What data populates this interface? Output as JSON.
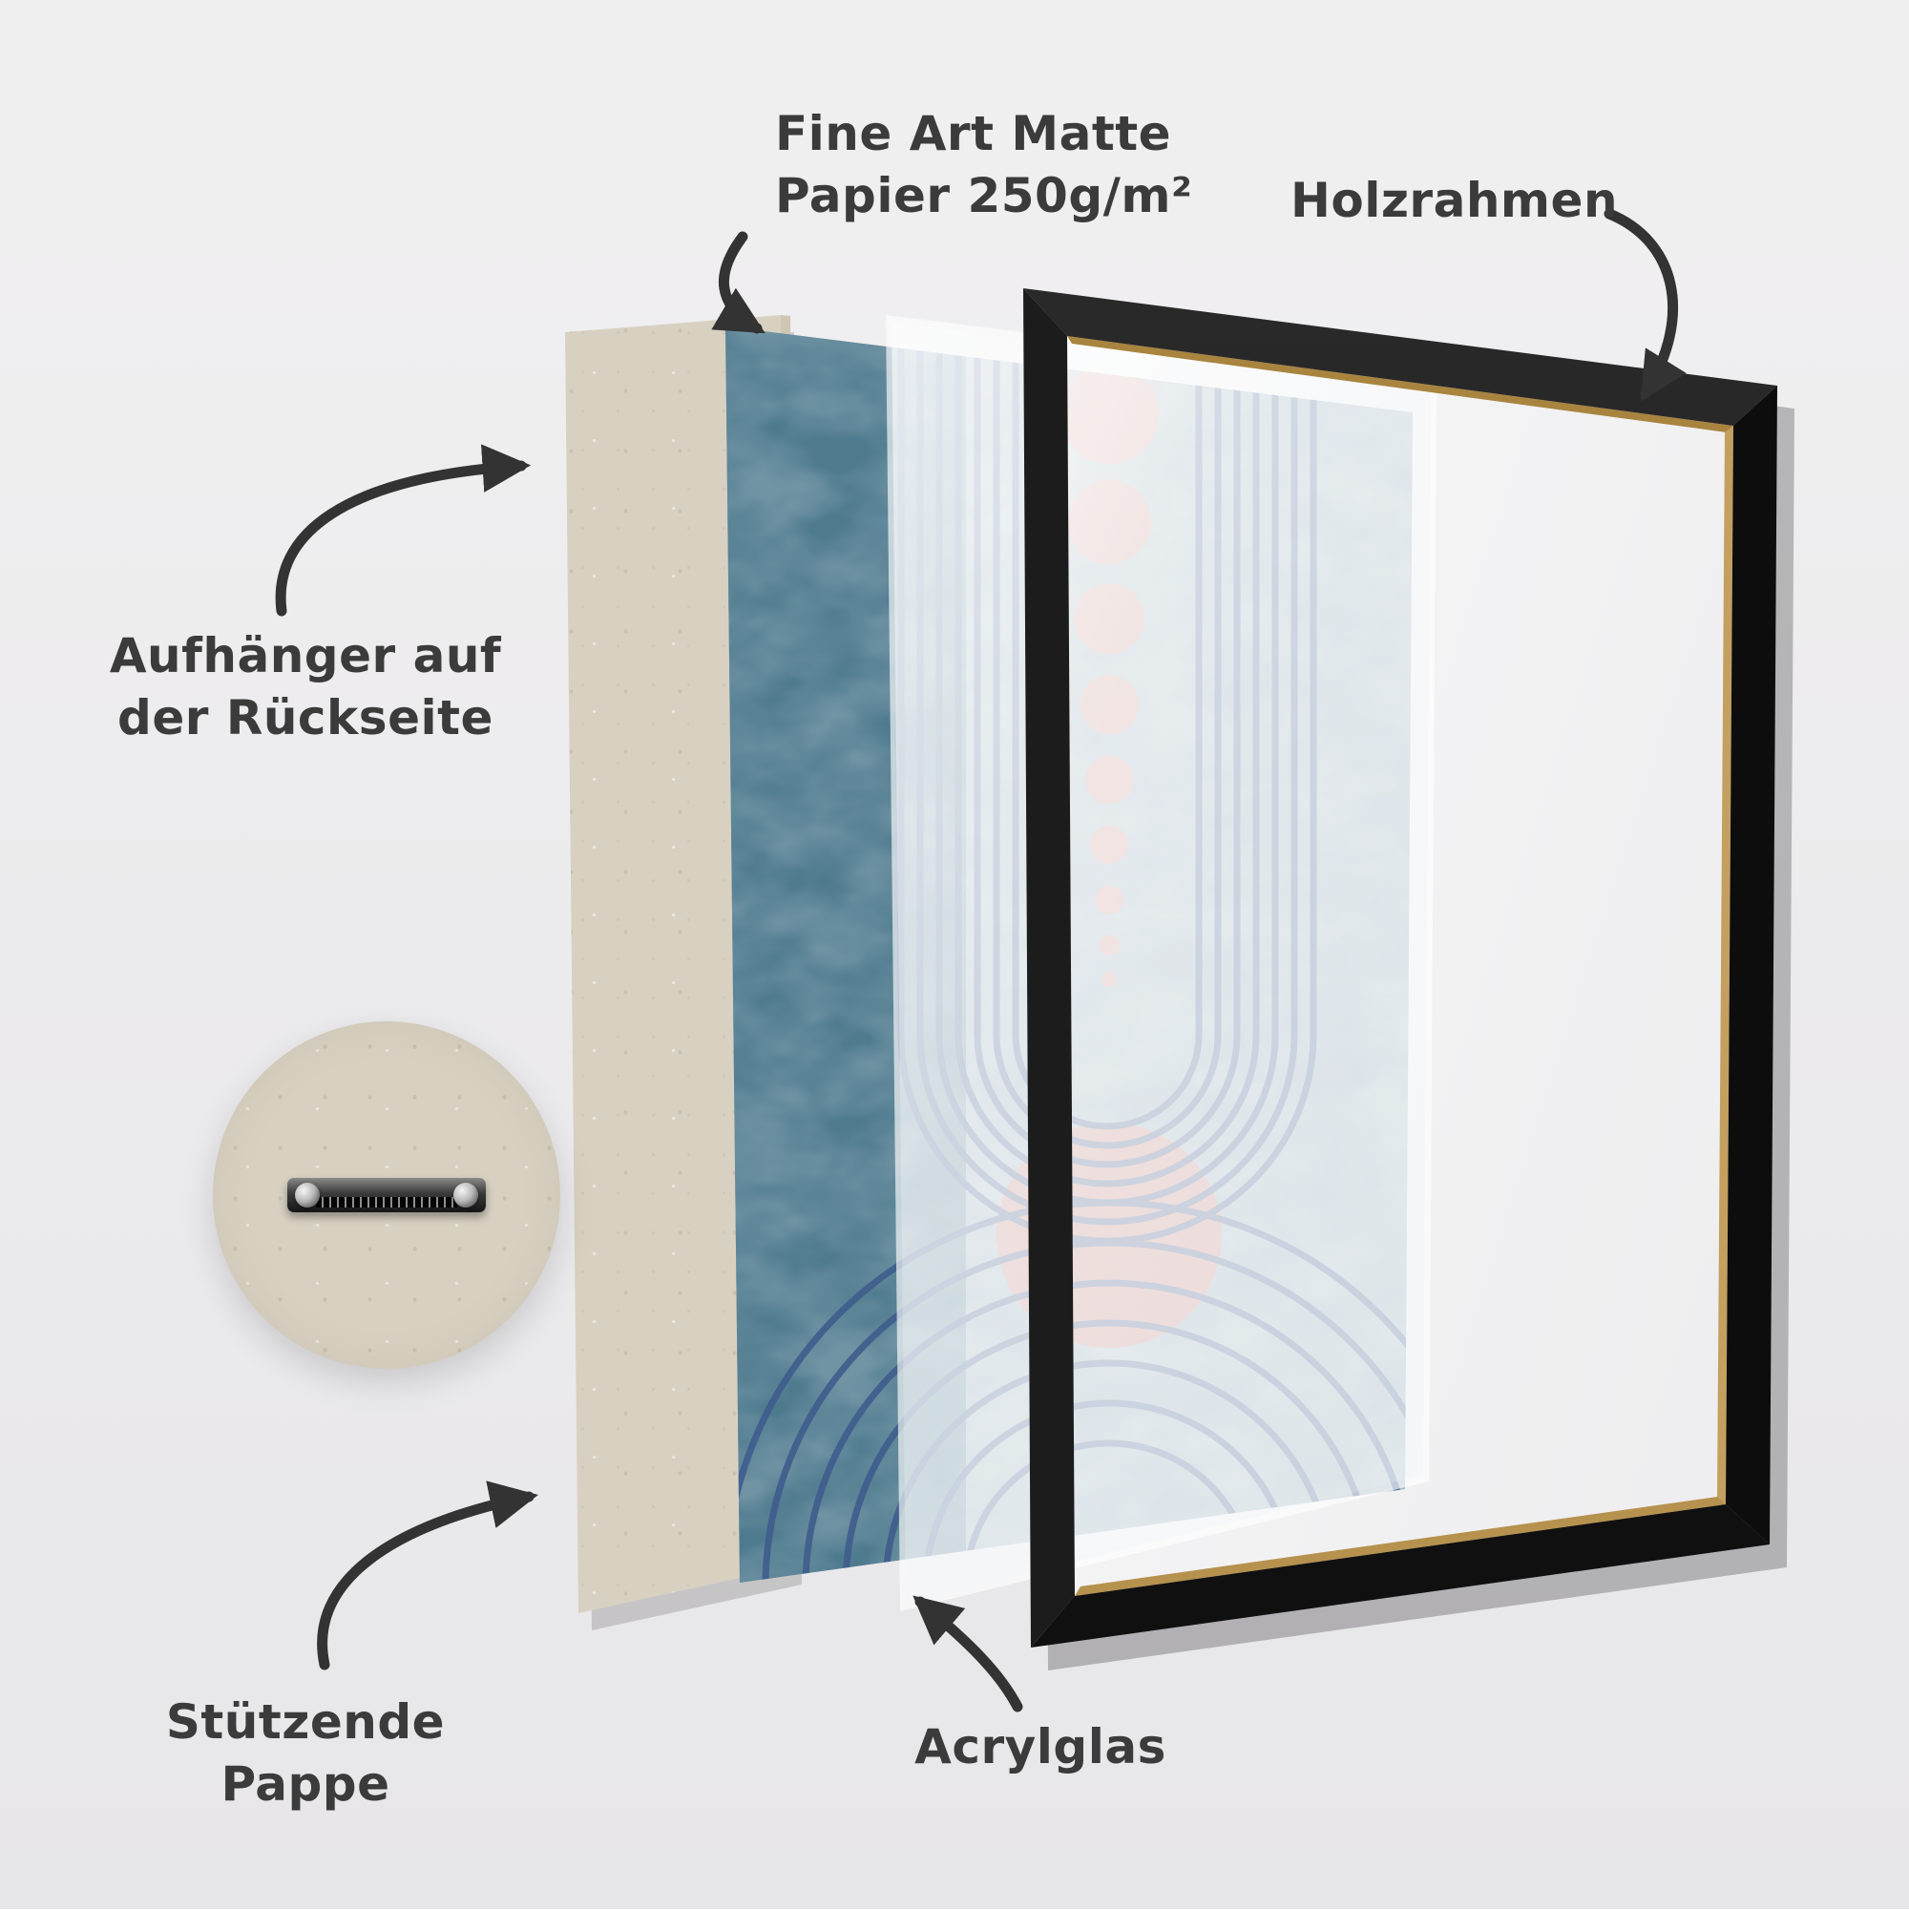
{
  "labels": {
    "paper_line1": "Fine Art Matte",
    "paper_line2": "Papier 250g/m²",
    "frame": "Holzrahmen",
    "hanger_line1": "Aufhänger auf",
    "hanger_line2": "der Rückseite",
    "cardboard_line1": "Stützende",
    "cardboard_line2": "Pappe",
    "acrylic": "Acrylglas"
  },
  "icons": {
    "paper_arrow": "curved-arrow",
    "frame_arrow": "curved-arrow",
    "hanger_arrow": "curved-arrow",
    "cardboard_arrow": "curved-arrow",
    "acrylic_arrow": "curved-arrow",
    "hanger_hardware": "sawtooth-hanger"
  },
  "colors": {
    "background": "#edecee",
    "label-text": "#3b3b3b",
    "arrow": "#333333",
    "cardboard": "#d8d1c2",
    "print-left-band": "#4e7a8e",
    "print-right-band": "#93aab5",
    "print-line": "#3f5c8c",
    "print-accent": "#d49b91",
    "frame-black": "#141414",
    "frame-lip": "#c3a05f",
    "mat-white": "#fafafa"
  }
}
